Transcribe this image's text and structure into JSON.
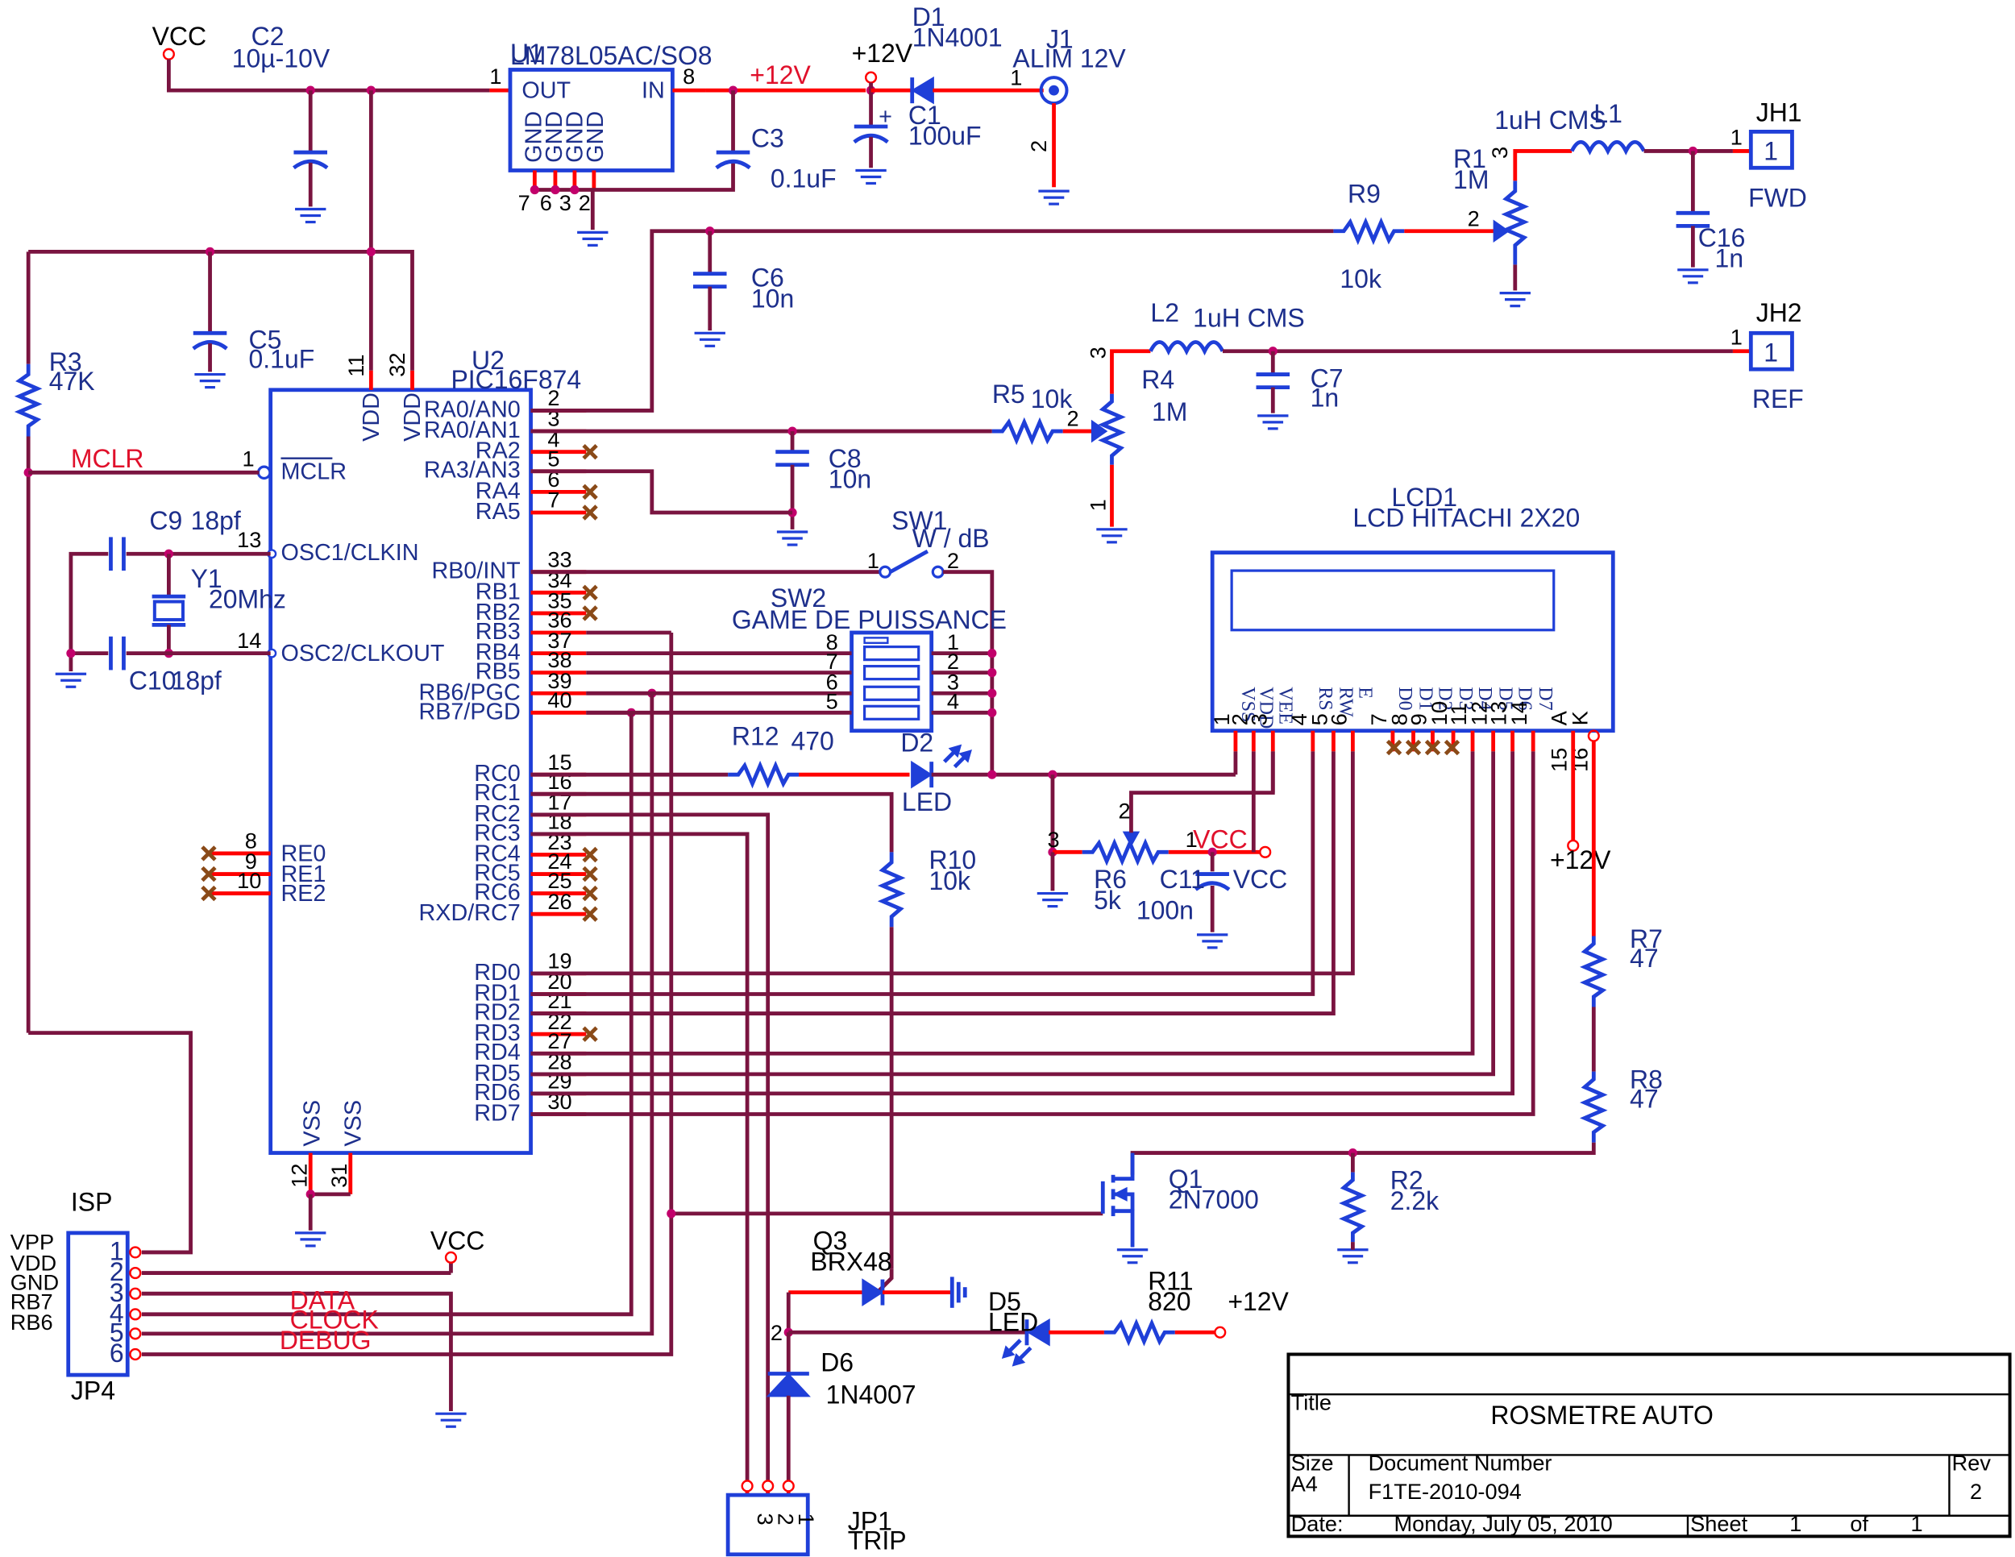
{
  "parts": {
    "u1": {
      "ref": "U1",
      "value": "LM78L05AC/SO8",
      "pins": [
        "OUT",
        "IN",
        "GND",
        "GND",
        "GND",
        "GND"
      ],
      "nums": [
        "1",
        "8",
        "7",
        "6",
        "3",
        "2"
      ]
    },
    "u2": {
      "ref": "U2",
      "value": "PIC16F874",
      "left": [
        "MCLR",
        "OSC1/CLKIN",
        "OSC2/CLKOUT",
        "RE0",
        "RE1",
        "RE2"
      ],
      "leftnums": [
        "1",
        "13",
        "14",
        "8",
        "9",
        "10"
      ],
      "top": [
        "VDD",
        "VDD"
      ],
      "topnums": [
        "11",
        "32"
      ],
      "bottom": [
        "VSS",
        "VSS"
      ],
      "bottomnums": [
        "12",
        "31"
      ],
      "right": [
        "RA0/AN0",
        "RA0/AN1",
        "RA2",
        "RA3/AN3",
        "RA4",
        "RA5",
        "RB0/INT",
        "RB1",
        "RB2",
        "RB3",
        "RB4",
        "RB5",
        "RB6/PGC",
        "RB7/PGD",
        "RC0",
        "RC1",
        "RC2",
        "RC3",
        "RC4",
        "RC5",
        "RC6",
        "RXD/RC7",
        "RD0",
        "RD1",
        "RD2",
        "RD3",
        "RD4",
        "RD5",
        "RD6",
        "RD7"
      ],
      "rightnums": [
        "2",
        "3",
        "4",
        "5",
        "6",
        "7",
        "33",
        "34",
        "35",
        "36",
        "37",
        "38",
        "39",
        "40",
        "15",
        "16",
        "17",
        "18",
        "23",
        "24",
        "25",
        "26",
        "19",
        "20",
        "21",
        "22",
        "27",
        "28",
        "29",
        "30"
      ]
    },
    "lcd": {
      "ref": "LCD1",
      "value": "LCD HITACHI 2X20",
      "pinlabels": [
        "VSS",
        "VDD",
        "VEE",
        "RS",
        "RW",
        "E",
        "D0",
        "D1",
        "D2",
        "D3",
        "D4",
        "D5",
        "D6",
        "D7"
      ],
      "nums": [
        "1",
        "2",
        "3",
        "4",
        "5",
        "6",
        "7",
        "8",
        "9",
        "10",
        "11",
        "12",
        "13",
        "14",
        "A",
        "K",
        "15",
        "16"
      ]
    },
    "c2": {
      "ref": "C2",
      "value": "10µ-10V"
    },
    "c3": {
      "ref": "C3",
      "value": "0.1uF"
    },
    "c1": {
      "ref": "C1",
      "value": "100uF",
      "plus": "+"
    },
    "d1": {
      "ref": "D1",
      "value": "1N4001"
    },
    "j1": {
      "ref": "J1",
      "value": "ALIM 12V",
      "pin1": "1",
      "pin2": "2"
    },
    "c5": {
      "ref": "C5",
      "value": "0.1uF"
    },
    "r3": {
      "ref": "R3",
      "value": "47K"
    },
    "c6": {
      "ref": "C6",
      "value": "10n"
    },
    "r9": {
      "ref": "R9",
      "value": "10k"
    },
    "r1": {
      "ref": "R1",
      "value": "1M",
      "p3": "3",
      "p2": "2"
    },
    "l1": {
      "ref": "L1",
      "value": "1uH CMS"
    },
    "jh1": {
      "ref": "JH1",
      "label": "FWD",
      "pin": "1"
    },
    "c16": {
      "ref": "C16",
      "value": "1n"
    },
    "l2": {
      "ref": "L2",
      "value": "1uH CMS"
    },
    "jh2": {
      "ref": "JH2",
      "label": "REF",
      "pin": "1"
    },
    "r4": {
      "ref": "R4",
      "value": "1M",
      "p3": "3",
      "p2": "2",
      "p1": "1"
    },
    "c7": {
      "ref": "C7",
      "value": "1n"
    },
    "r5": {
      "ref": "R5",
      "value": "10k"
    },
    "c8": {
      "ref": "C8",
      "value": "10n"
    },
    "c9": {
      "ref": "C9",
      "value": "18pf"
    },
    "c10": {
      "ref": "C10",
      "value": "18pf"
    },
    "y1": {
      "ref": "Y1",
      "value": "20Mhz"
    },
    "sw1": {
      "ref": "SW1",
      "value": "W / dB",
      "p1": "1",
      "p2": "2"
    },
    "sw2": {
      "ref": "SW2",
      "value": "GAME DE PUISSANCE",
      "left": [
        "8",
        "7",
        "6",
        "5"
      ],
      "right": [
        "1",
        "2",
        "3",
        "4"
      ]
    },
    "r12": {
      "ref": "R12",
      "value": "470"
    },
    "d2": {
      "ref": "D2",
      "value": "LED"
    },
    "r10": {
      "ref": "R10",
      "value": "10k"
    },
    "r6": {
      "ref": "R6",
      "value": "5k",
      "p1": "1",
      "p2": "2",
      "p3": "3"
    },
    "c11": {
      "ref": "C11",
      "value": "100n"
    },
    "r7": {
      "ref": "R7",
      "value": "47"
    },
    "r8": {
      "ref": "R8",
      "value": "47"
    },
    "r2": {
      "ref": "R2",
      "value": "2.2k"
    },
    "q1": {
      "ref": "Q1",
      "value": "2N7000"
    },
    "q3": {
      "ref": "Q3",
      "value": "BRX48"
    },
    "d5": {
      "ref": "D5",
      "value": "LED"
    },
    "r11": {
      "ref": "R11",
      "value": "820"
    },
    "d6": {
      "ref": "D6",
      "value": "1N4007",
      "p2": "2"
    },
    "jp1": {
      "ref": "JP1",
      "value": "TRIP",
      "pins": [
        "3",
        "2",
        "1"
      ]
    },
    "jp4": {
      "ref": "JP4",
      "title": "ISP",
      "signals": [
        "VPP",
        "VDD",
        "GND",
        "RB7",
        "RB6"
      ],
      "pins": [
        "1",
        "2",
        "3",
        "4",
        "5",
        "6"
      ]
    }
  },
  "nets": {
    "vcc": "VCC",
    "p12v": "+12V",
    "mclr": "MCLR",
    "data": "DATA",
    "clock": "CLOCK",
    "debug": "DEBUG"
  },
  "titleblock": {
    "title_label": "Title",
    "title": "ROSMETRE AUTO",
    "size_label": "Size",
    "size": "A4",
    "docnum_label": "Document Number",
    "docnum": "F1TE-2010-094",
    "rev_label": "Rev",
    "rev": "2",
    "date_label": "Date:",
    "date": "Monday, July 05, 2010",
    "sheet_label": "Sheet",
    "sheet": "1",
    "of_label": "of",
    "sheets": "1"
  },
  "colors": {
    "wire": "#7a1440",
    "pin": "#ff0000",
    "component": "#1f3fd8",
    "label": "#1d2f8c",
    "netlabel": "#e0102b"
  }
}
